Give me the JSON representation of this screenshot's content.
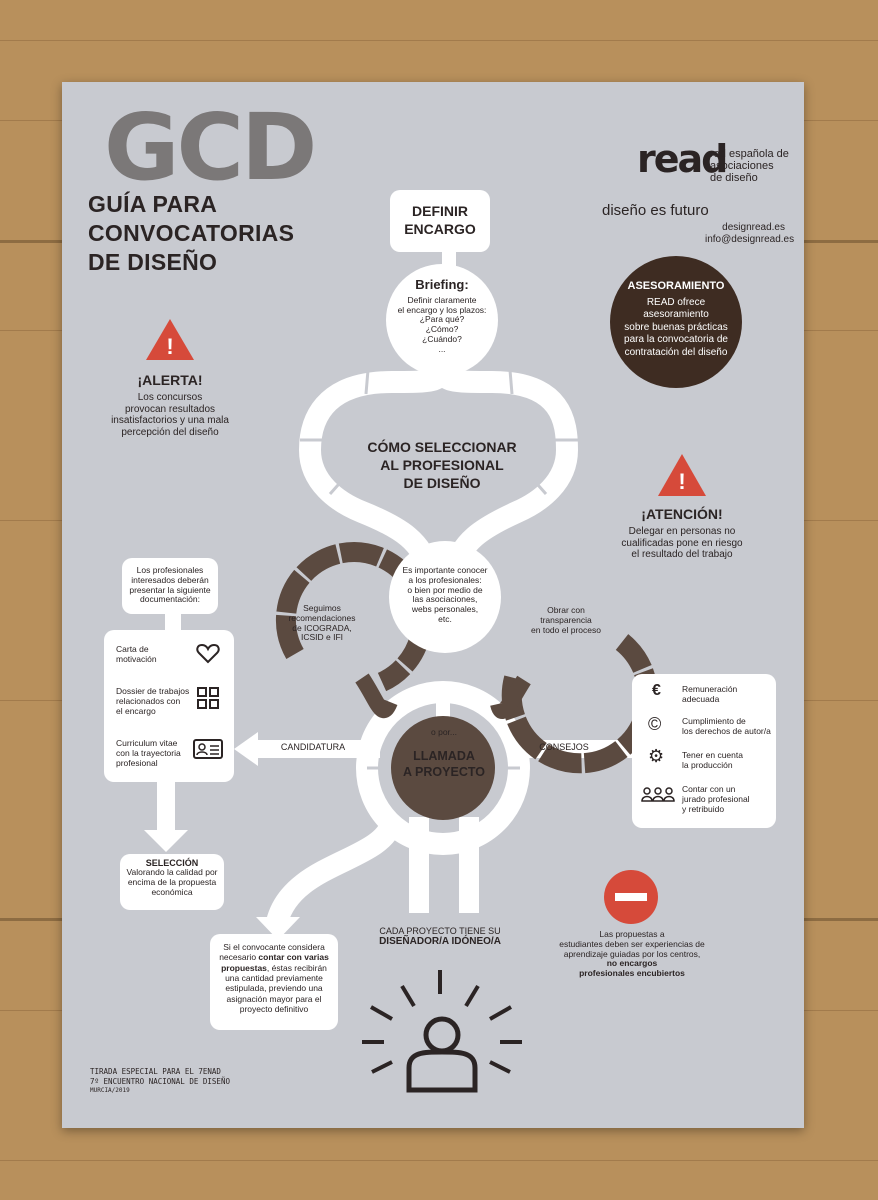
{
  "header": {
    "logo_big": "GCD",
    "title_lines": [
      "GUÍA PARA",
      "CONVOCATORIAS",
      "DE DISEÑO"
    ]
  },
  "brand": {
    "logo": "read",
    "org_lines": [
      "red española de",
      "asociaciones",
      "de diseño"
    ],
    "tagline": "diseño es futuro",
    "web": "designread.es",
    "email": "info@designread.es"
  },
  "asesoramiento": {
    "title": "ASESORAMIENTO",
    "lines": [
      "READ ofrece asesoramiento",
      "sobre buenas prácticas",
      "para la convocatoria de",
      "contratación del diseño"
    ]
  },
  "alerta": {
    "icon": "warning-triangle-icon",
    "title": "¡ALERTA!",
    "lines": [
      "Los concursos",
      "provocan resultados",
      "insatisfactorios y una mala",
      "percepción del diseño"
    ]
  },
  "atencion": {
    "icon": "warning-triangle-icon",
    "title": "¡ATENCIÓN!",
    "lines": [
      "Delegar en personas no",
      "cualificadas pone en riesgo",
      "el resultado del trabajo"
    ]
  },
  "flow": {
    "definir": [
      "DEFINIR",
      "ENCARGO"
    ],
    "briefing_title": "Briefing:",
    "briefing_lines": [
      "Definir claramente",
      "el encargo y los plazos:",
      "¿Para qué?",
      "¿Cómo?",
      "¿Cuándo?",
      "..."
    ],
    "center_title": [
      "CÓMO SELECCIONAR",
      "AL PROFESIONAL",
      "DE DISEÑO"
    ],
    "conocer": [
      "Es importante conocer",
      "a los profesionales:",
      "o bien por medio de",
      "las asociaciones,",
      "webs personales,",
      "etc."
    ],
    "left_arc": [
      "Seguimos",
      "recomendaciones",
      "de ICOGRADA,",
      "ICSID e IFI"
    ],
    "right_arc": [
      "Obrar con",
      "transparencia",
      "en todo el proceso"
    ],
    "o_por": "o por...",
    "llamada": [
      "LLAMADA",
      "A PROYECTO"
    ],
    "candidatura": "CANDIDATURA",
    "consejos": "CONSEJOS",
    "cada_proyecto": "CADA PROYECTO TIENE SU",
    "disenador": "DISEÑADOR/A IDÓNEO/A"
  },
  "documentacion": {
    "intro": [
      "Los profesionales",
      "interesados deberán",
      "presentar la siguiente",
      "documentación:"
    ],
    "items": [
      {
        "label": [
          "Carta de",
          "motivación"
        ],
        "icon": "heart-icon"
      },
      {
        "label": [
          "Dossier de trabajos",
          "relacionados con",
          "el encargo"
        ],
        "icon": "grid-icon"
      },
      {
        "label": [
          "Curriculum vitae",
          "con la trayectoria",
          "profesional"
        ],
        "icon": "id-card-icon"
      }
    ]
  },
  "seleccion": {
    "title": "SELECCIÓN",
    "lines": [
      "Valorando la calidad por",
      "encima de la propuesta",
      "económica"
    ]
  },
  "consejos_list": [
    {
      "icon": "euro-icon",
      "label": [
        "Remuneración",
        "adecuada"
      ]
    },
    {
      "icon": "copyright-icon",
      "label": [
        "Cumplimiento de",
        "los derechos de autor/a"
      ]
    },
    {
      "icon": "gear-icon",
      "label": [
        "Tener en cuenta",
        "la producción"
      ]
    },
    {
      "icon": "group-icon",
      "label": [
        "Contar con un",
        "jurado profesional",
        "y retribuido"
      ]
    }
  ],
  "varias": {
    "line1": "Si el convocante considera",
    "line2a": "necesario ",
    "line2b": "contar con varias",
    "line3a": "propuestas",
    "line3b": ", éstas recibirán",
    "line4": "una cantidad previamente",
    "line5": "estipulada, previendo una",
    "line6": "asignación mayor para el",
    "line7": "proyecto definitivo"
  },
  "estudiantes": {
    "icon": "no-entry-icon",
    "lines": [
      "Las propuestas a",
      "estudiantes deben ser experiencias de",
      "aprendizaje guiadas por los centros,"
    ],
    "bold_lines": [
      "no encargos",
      "profesionales encubiertos"
    ]
  },
  "footer": {
    "line1": "TIRADA ESPECIAL PARA EL 7ENAD",
    "line2": "7º ENCUENTRO NACIONAL DE DISEÑO",
    "line3": "MURCIA/2019"
  },
  "colors": {
    "poster": "#c8cad0",
    "dark_brown": "#3e2c22",
    "arc_brown": "#5b4a40",
    "alert_red": "#d64a3a",
    "text": "#2b2424"
  }
}
